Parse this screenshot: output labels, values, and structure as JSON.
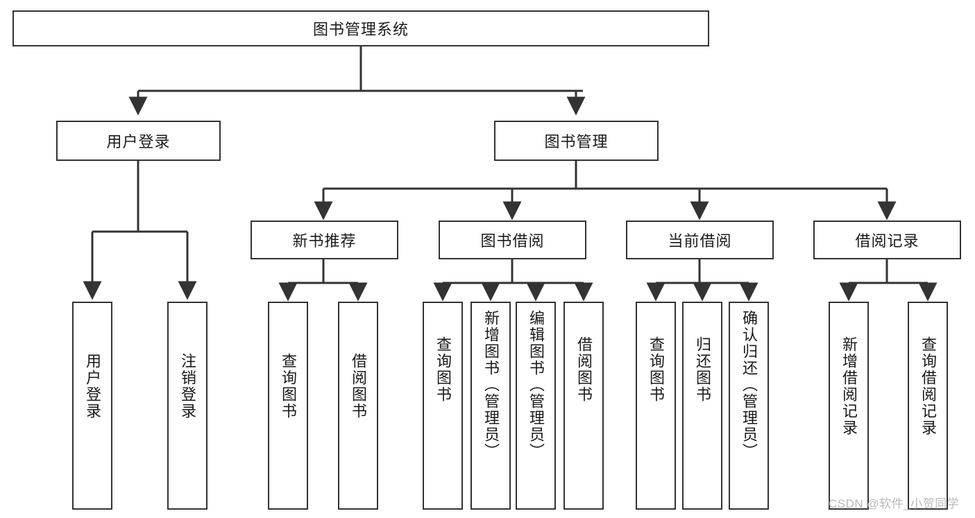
{
  "diagram": {
    "type": "tree",
    "title": "图书管理系统",
    "root": {
      "id": "root",
      "label": "图书管理系统"
    },
    "level1": [
      {
        "id": "user-login",
        "label": "用户登录"
      },
      {
        "id": "book-management",
        "label": "图书管理"
      }
    ],
    "level2": [
      {
        "id": "new-book-recommend",
        "label": "新书推荐",
        "parent": "book-management"
      },
      {
        "id": "book-borrow",
        "label": "图书借阅",
        "parent": "book-management"
      },
      {
        "id": "current-borrow",
        "label": "当前借阅",
        "parent": "book-management"
      },
      {
        "id": "borrow-record",
        "label": "借阅记录",
        "parent": "book-management"
      }
    ],
    "leaves": [
      {
        "id": "leaf-user-login",
        "label": "用户登录",
        "parent": "user-login"
      },
      {
        "id": "leaf-logout",
        "label": "注销登录",
        "parent": "user-login"
      },
      {
        "id": "leaf-query-book-1",
        "label": "查询图书",
        "parent": "new-book-recommend"
      },
      {
        "id": "leaf-borrow-book-1",
        "label": "借阅图书",
        "parent": "new-book-recommend"
      },
      {
        "id": "leaf-query-book-2",
        "label": "查询图书",
        "parent": "book-borrow"
      },
      {
        "id": "leaf-add-book",
        "label": "新增图书（管理员）",
        "parent": "book-borrow"
      },
      {
        "id": "leaf-edit-book",
        "label": "编辑图书（管理员）",
        "parent": "book-borrow"
      },
      {
        "id": "leaf-borrow-book-2",
        "label": "借阅图书",
        "parent": "book-borrow"
      },
      {
        "id": "leaf-query-book-3",
        "label": "查询图书",
        "parent": "current-borrow"
      },
      {
        "id": "leaf-return-book",
        "label": "归还图书",
        "parent": "current-borrow"
      },
      {
        "id": "leaf-confirm-return",
        "label": "确认归还（管理员）",
        "parent": "current-borrow"
      },
      {
        "id": "leaf-add-record",
        "label": "新增借阅记录",
        "parent": "borrow-record"
      },
      {
        "id": "leaf-query-record",
        "label": "查询借阅记录",
        "parent": "borrow-record"
      }
    ],
    "colors": {
      "border": "#333333",
      "text": "#1a1a1a",
      "background": "#ffffff",
      "edge": "#333333",
      "watermark": "#b9b9b9"
    }
  },
  "watermark": {
    "text": "CSDN @软件_小贺同学"
  }
}
